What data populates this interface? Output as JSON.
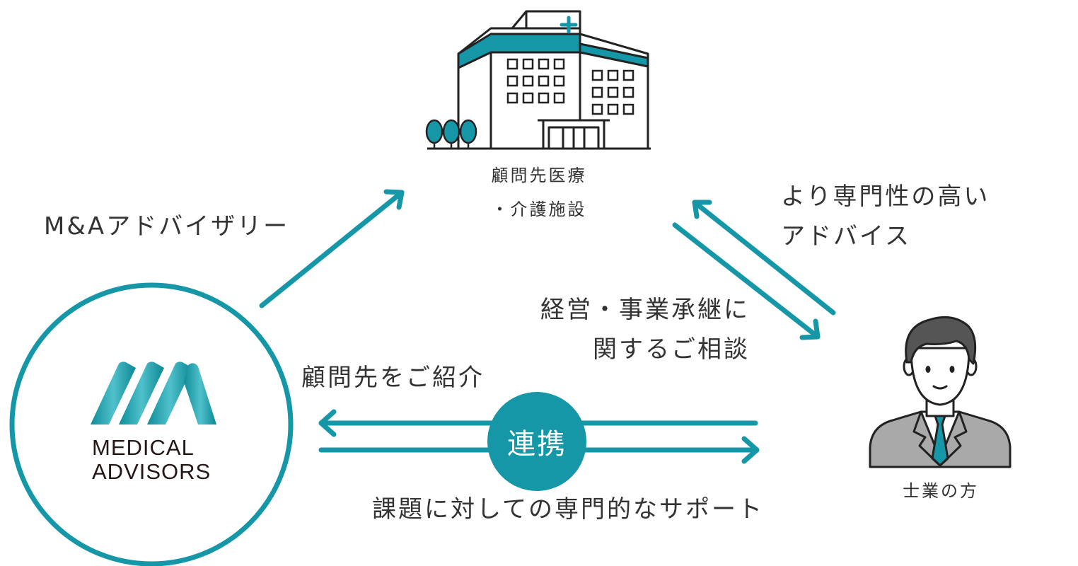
{
  "facility": {
    "label_line1": "顧問先医療",
    "label_line2": "・介護施設"
  },
  "professional": {
    "label": "士業の方"
  },
  "brand": {
    "logo_line1": "MEDICAL",
    "logo_line2": "ADVISORS"
  },
  "labels": {
    "ma_advisory": "M&Aアドバイザリー",
    "expert_advice_line1": "より専門性の高い",
    "expert_advice_line2": "アドバイス",
    "consultation_line1": "経営・事業承継に",
    "consultation_line2": "関するご相談",
    "client_referral": "顧問先をご紹介",
    "specialized_support": "課題に対しての専門的なサポート"
  },
  "badge": {
    "label": "連携"
  },
  "colors": {
    "accent": "#1597a8",
    "text": "#333333",
    "dark": "#222222"
  }
}
